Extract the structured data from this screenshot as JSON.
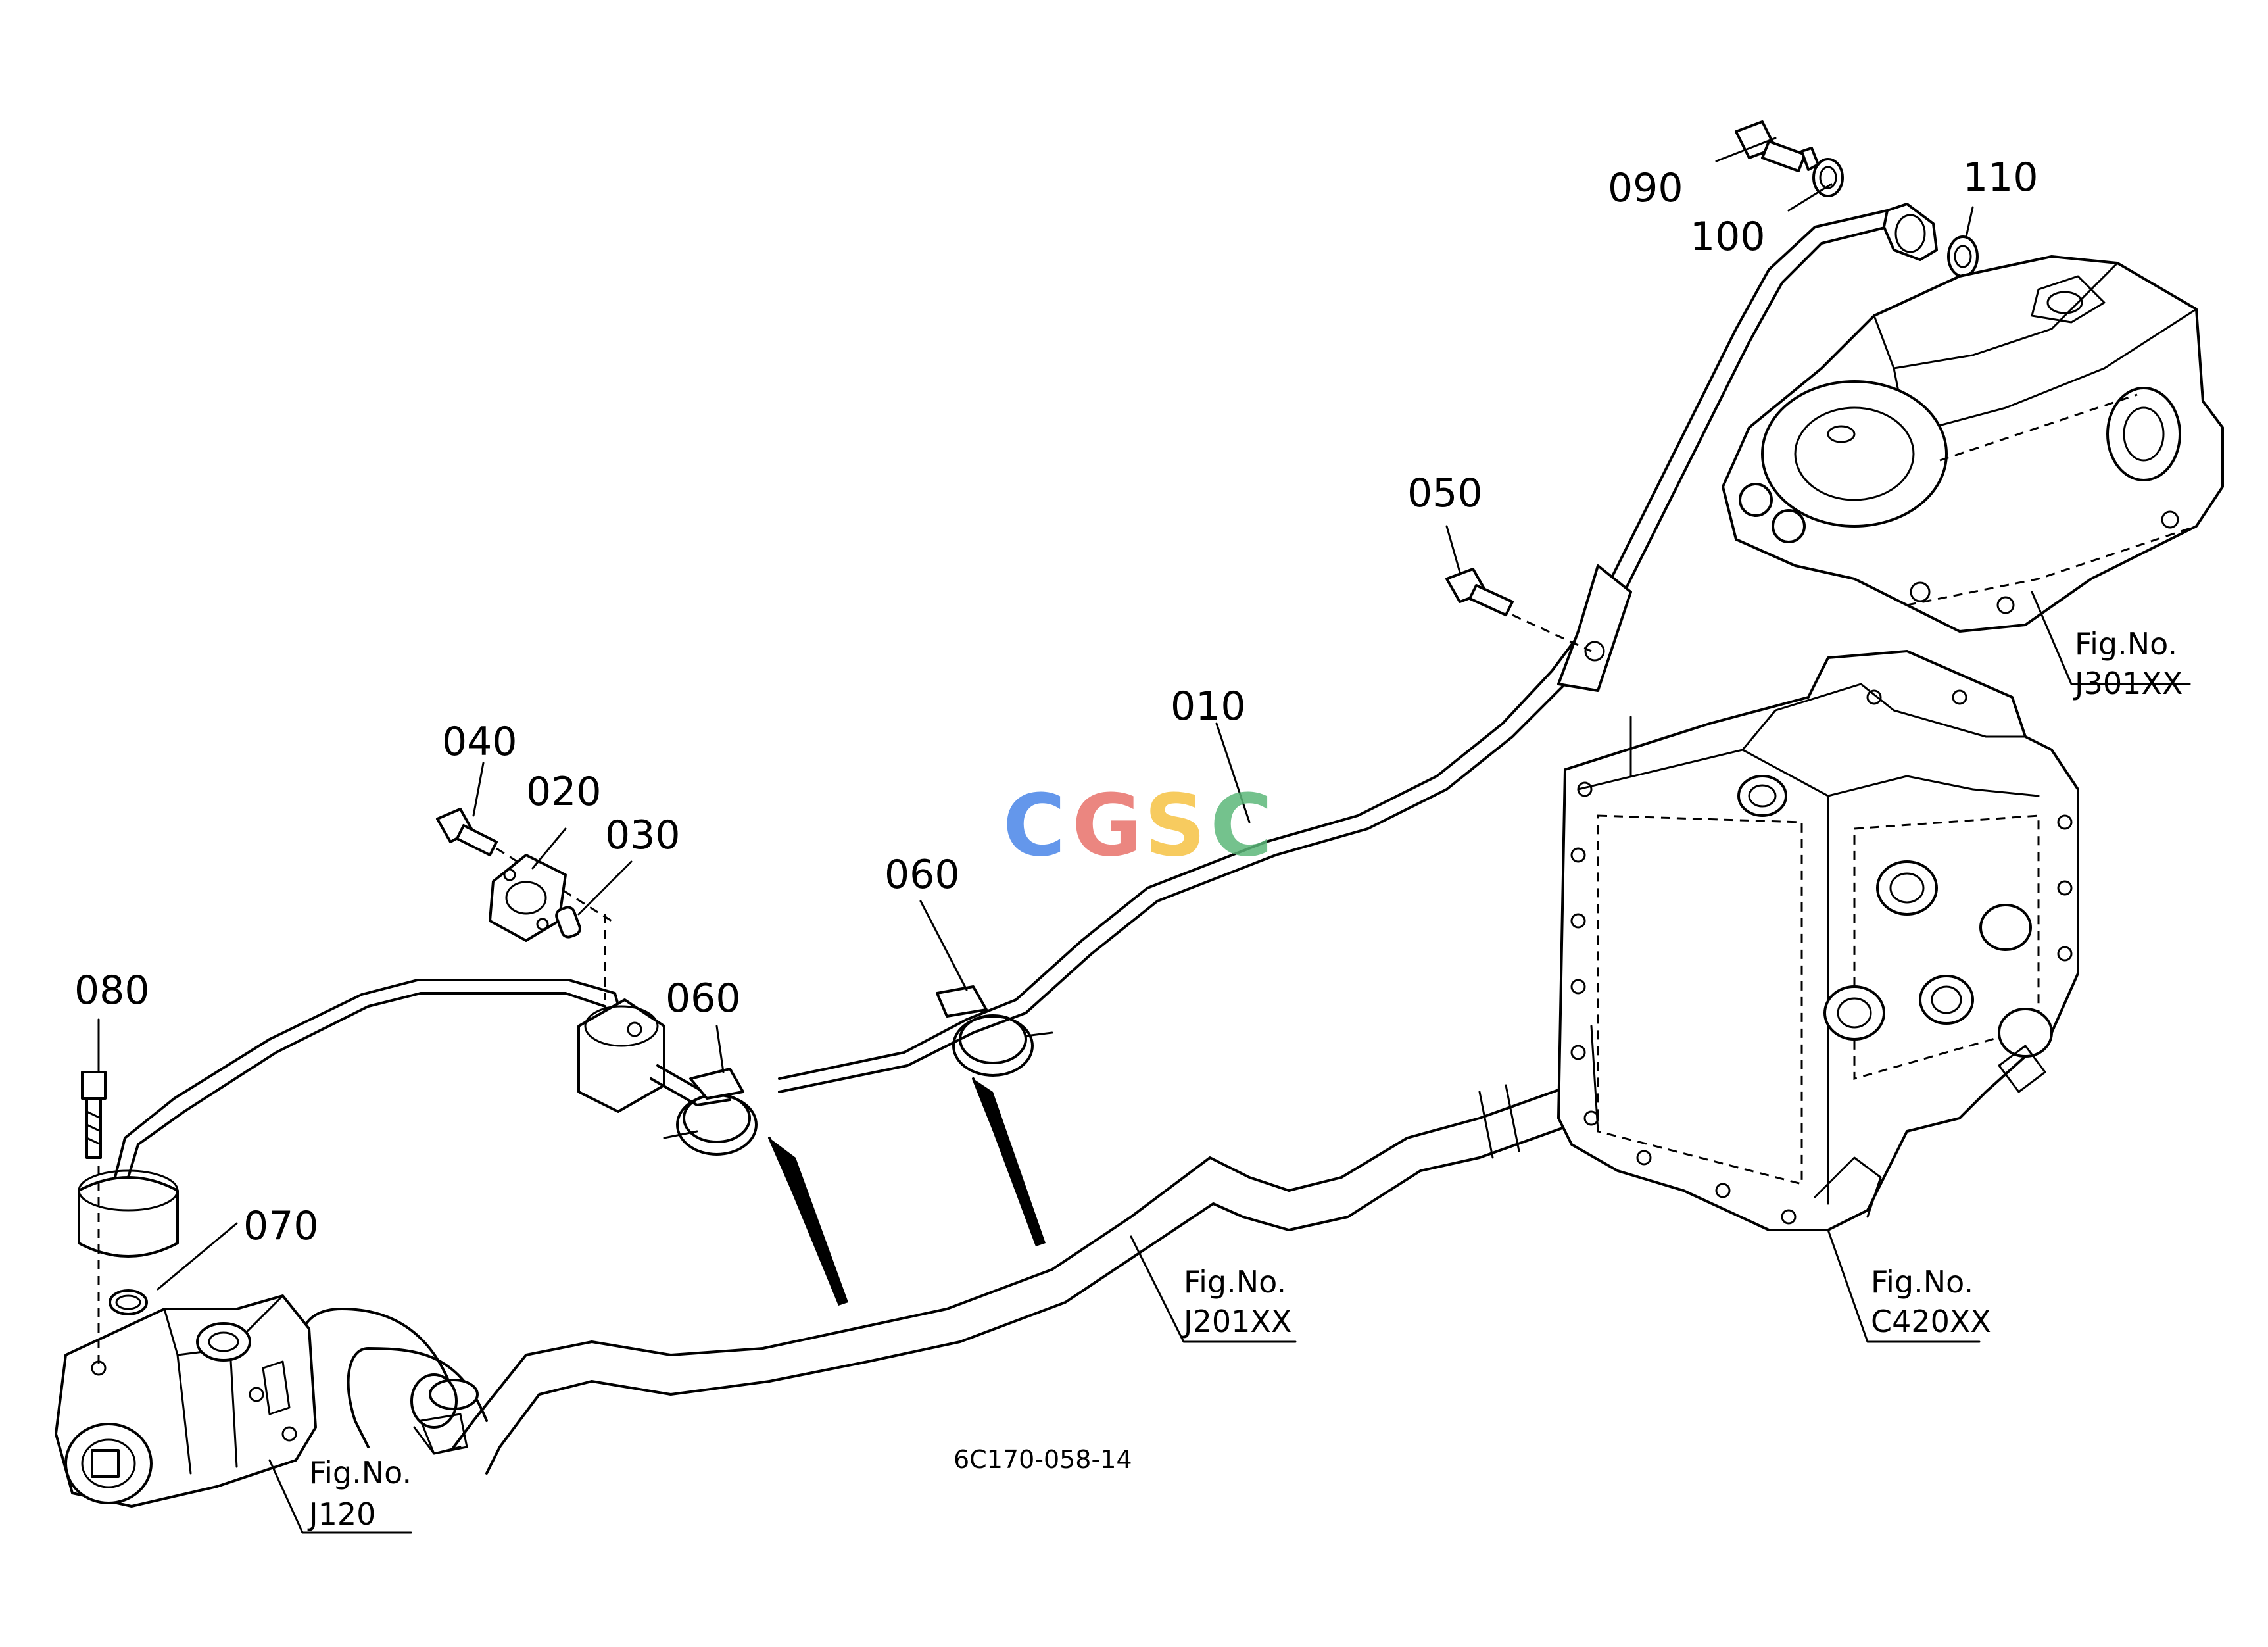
{
  "parts": [
    {
      "id": "010"
    },
    {
      "id": "020"
    },
    {
      "id": "030"
    },
    {
      "id": "040"
    },
    {
      "id": "050"
    },
    {
      "id": "060"
    },
    {
      "id": "060"
    },
    {
      "id": "070"
    },
    {
      "id": "080"
    },
    {
      "id": "090"
    },
    {
      "id": "100"
    },
    {
      "id": "110"
    }
  ],
  "references": [
    {
      "label": "Fig.No.",
      "number": "J301XX"
    },
    {
      "label": "Fig.No.",
      "number": "J201XX"
    },
    {
      "label": "Fig.No.",
      "number": "C420XX"
    },
    {
      "label": "Fig.No.",
      "number": "J120"
    }
  ],
  "drawing_code": "6C170-058-14",
  "watermark": {
    "letters": [
      "C",
      "G",
      "S",
      "C"
    ],
    "colors": [
      "#4a86e8",
      "#e8716b",
      "#f6c344",
      "#5cb87a"
    ]
  }
}
